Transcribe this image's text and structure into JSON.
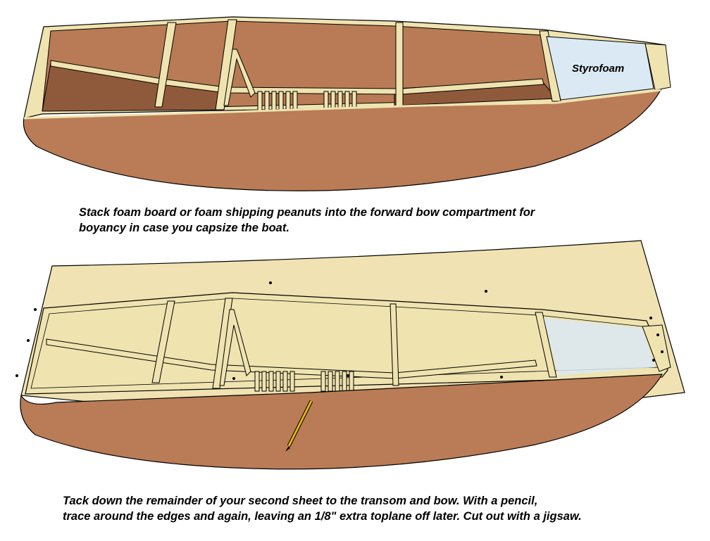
{
  "figure_1": {
    "label": "Styrofoam",
    "caption": [
      "Stack foam board or foam shipping peanuts into the forward bow compartment for",
      "boyancy in case you capsize the boat."
    ]
  },
  "figure_2": {
    "caption": [
      "Tack down the remainder of your second sheet to the transom and bow. With a pencil,",
      "trace around the edges and again, leaving an 1/8\" extra toplane off later. Cut out with a jigsaw."
    ]
  },
  "colors": {
    "hull": "#b97c56",
    "hull_interior": "#b87b55",
    "hull_shadow": "#8f5a3b",
    "wood_frame": "#efe3b0",
    "plywood_sheet": "#f0e2b2",
    "foam": "#dbe9f4",
    "pencil": "#e5b80b",
    "outline": "#000000"
  }
}
